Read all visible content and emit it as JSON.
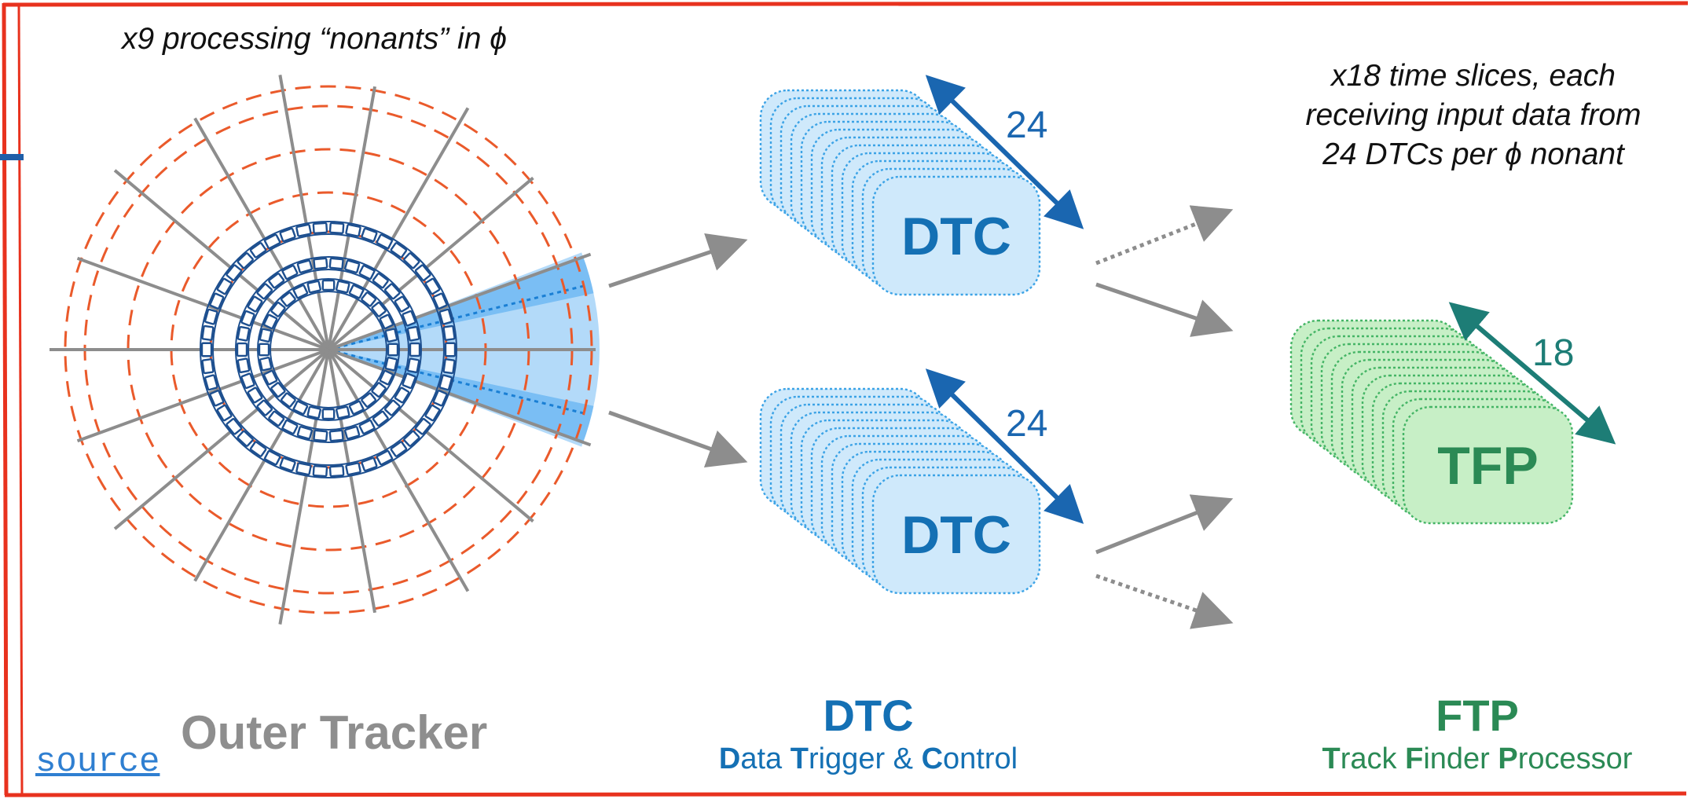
{
  "notes": {
    "nonants": "x9 processing “nonants” in ϕ",
    "time_slices": [
      "x18 time slices, each",
      "receiving input data from",
      "24 DTCs per ϕ nonant"
    ]
  },
  "tracker": {
    "label": "Outer Tracker",
    "nonant_count": 9
  },
  "dtc_stacks": [
    {
      "box_label": "DTC",
      "count_label": "24"
    },
    {
      "box_label": "DTC",
      "count_label": "24"
    }
  ],
  "tfp_stack": {
    "box_label": "TFP",
    "count_label": "18"
  },
  "captions": {
    "dtc": {
      "title": "DTC",
      "subtitle": [
        {
          "b": "D",
          "t": "ata "
        },
        {
          "b": "T",
          "t": "rigger & "
        },
        {
          "b": "C",
          "t": "ontrol"
        }
      ]
    },
    "ftp": {
      "title": "FTP",
      "subtitle": [
        {
          "b": "T",
          "t": "rack "
        },
        {
          "b": "F",
          "t": "inder "
        },
        {
          "b": "P",
          "t": "rocessor"
        }
      ]
    }
  },
  "source_link": "source",
  "colors": {
    "frame": "#e8321e",
    "orange_ring": "#ea5a2b",
    "navy": "#1d4f8f",
    "spoke": "#8d8d8d",
    "wedge": "#4aa8f0",
    "dtc_fill": "#cfe9fb",
    "dtc_edge": "#3ca3e6",
    "dtc_text": "#1470b4",
    "tfp_fill": "#c7efc6",
    "tfp_edge": "#45b566",
    "tfp_text": "#2b8a55",
    "arrow_teal": "#1d7d76",
    "gray_label": "#8e8e8e"
  }
}
